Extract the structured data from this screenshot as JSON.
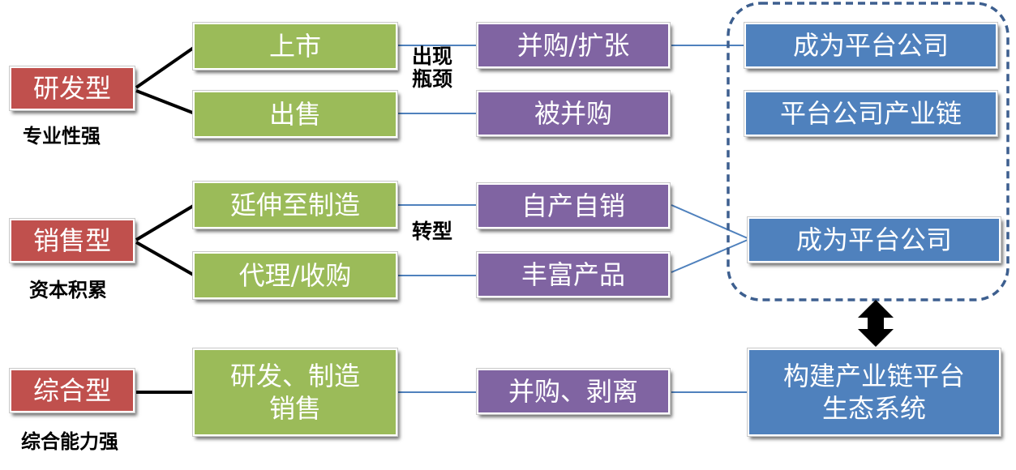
{
  "types": {
    "rd": "研发型",
    "sales": "销售型",
    "composite": "综合型"
  },
  "captions": {
    "rd": "专业性强",
    "sales": "资本积累",
    "composite": "综合能力强"
  },
  "paths": {
    "ipo": "上市",
    "sell": "出售",
    "extend_mfg": "延伸至制造",
    "agency_acquire": "代理/收购",
    "rd_mfg_sales": "研发、制造\n销售"
  },
  "actions": {
    "ma_expand": "并购/扩张",
    "acquired": "被并购",
    "self_produce_sell": "自产自销",
    "enrich_products": "丰富产品",
    "ma_divest": "并购、剥离"
  },
  "outcomes": {
    "platform_company_1": "成为平台公司",
    "platform_chain": "平台公司产业链",
    "platform_company_2": "成为平台公司",
    "ecosystem": "构建产业链平台\n生态系统"
  },
  "annotations": {
    "bottleneck": "出现\n瓶颈",
    "transform": "转型"
  },
  "colors": {
    "red": "#c0504d",
    "green": "#9bbb59",
    "purple": "#8064a2",
    "blue": "#4f81bd",
    "dashed_border": "#3d5f8f"
  }
}
